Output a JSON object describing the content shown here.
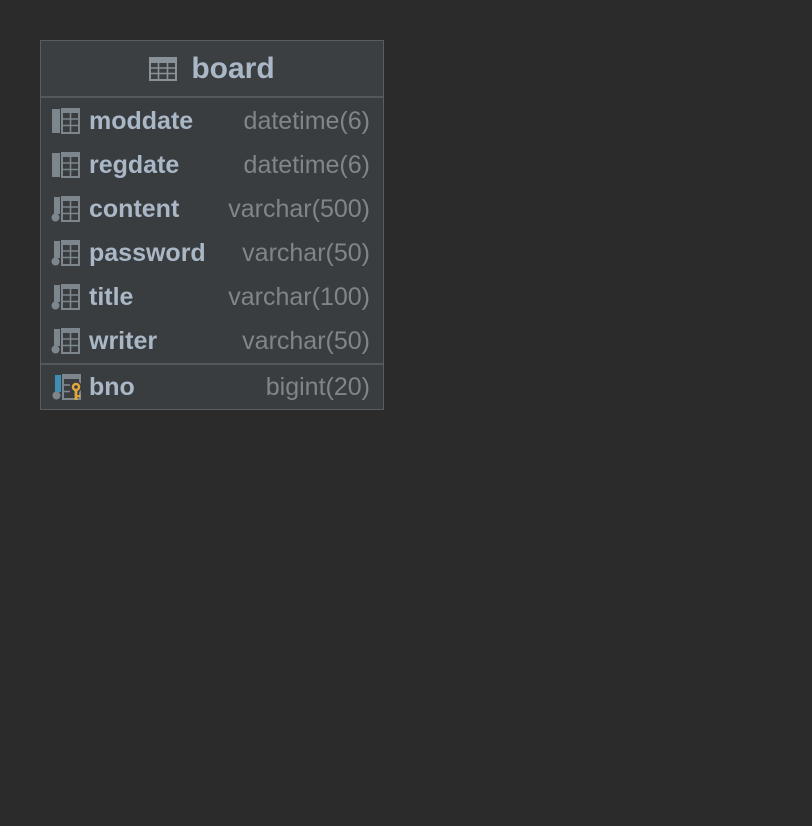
{
  "table": {
    "name": "board",
    "columns": [
      {
        "name": "moddate",
        "type": "datetime(6)",
        "icon": "column-icon",
        "nullable": false
      },
      {
        "name": "regdate",
        "type": "datetime(6)",
        "icon": "column-icon",
        "nullable": false
      },
      {
        "name": "content",
        "type": "varchar(500)",
        "icon": "column-nullable-icon",
        "nullable": true
      },
      {
        "name": "password",
        "type": "varchar(50)",
        "icon": "column-nullable-icon",
        "nullable": true
      },
      {
        "name": "title",
        "type": "varchar(100)",
        "icon": "column-nullable-icon",
        "nullable": true
      },
      {
        "name": "writer",
        "type": "varchar(50)",
        "icon": "column-nullable-icon",
        "nullable": true
      }
    ],
    "primary_key": {
      "name": "bno",
      "type": "bigint(20)",
      "icon": "primary-key-icon"
    }
  },
  "colors": {
    "background": "#2b2b2b",
    "node_fill": "#3a3d3f",
    "text": "#a9b7c6",
    "type_text": "#808589",
    "key": "#e3a83b",
    "pk_bar": "#3d8fb5"
  }
}
